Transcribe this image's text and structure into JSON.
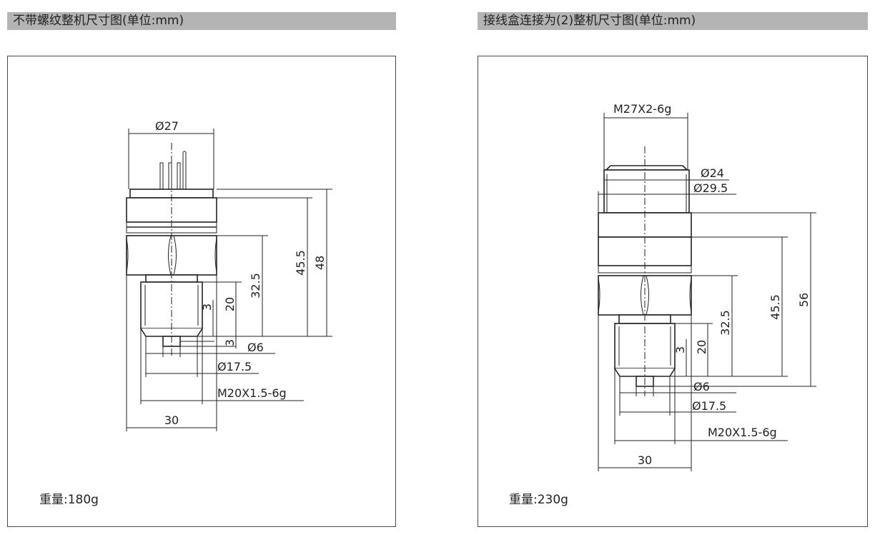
{
  "left_panel": {
    "title": "不带螺纹整机尺寸图(单位:mm)",
    "weight": "重量:180g",
    "dims": {
      "dia27": "Ø27",
      "h45_5": "45.5",
      "h48": "48",
      "h32_5": "32.5",
      "h20": "20",
      "h3a": "3",
      "h3b": "3",
      "dia6": "Ø6",
      "dia17_5": "Ø17.5",
      "thread": "M20X1.5-6g",
      "w30": "30"
    }
  },
  "right_panel": {
    "title": "接线盒连接为(2)整机尺寸图(单位:mm)",
    "weight": "重量:230g",
    "dims": {
      "thread_top": "M27X2-6g",
      "dia24": "Ø24",
      "dia29_5": "Ø29.5",
      "h56": "56",
      "h45_5": "45.5",
      "h32_5": "32.5",
      "h20": "20",
      "h3": "3",
      "dia6": "Ø6",
      "dia17_5": "Ø17.5",
      "thread": "M20X1.5-6g",
      "w30": "30"
    }
  }
}
